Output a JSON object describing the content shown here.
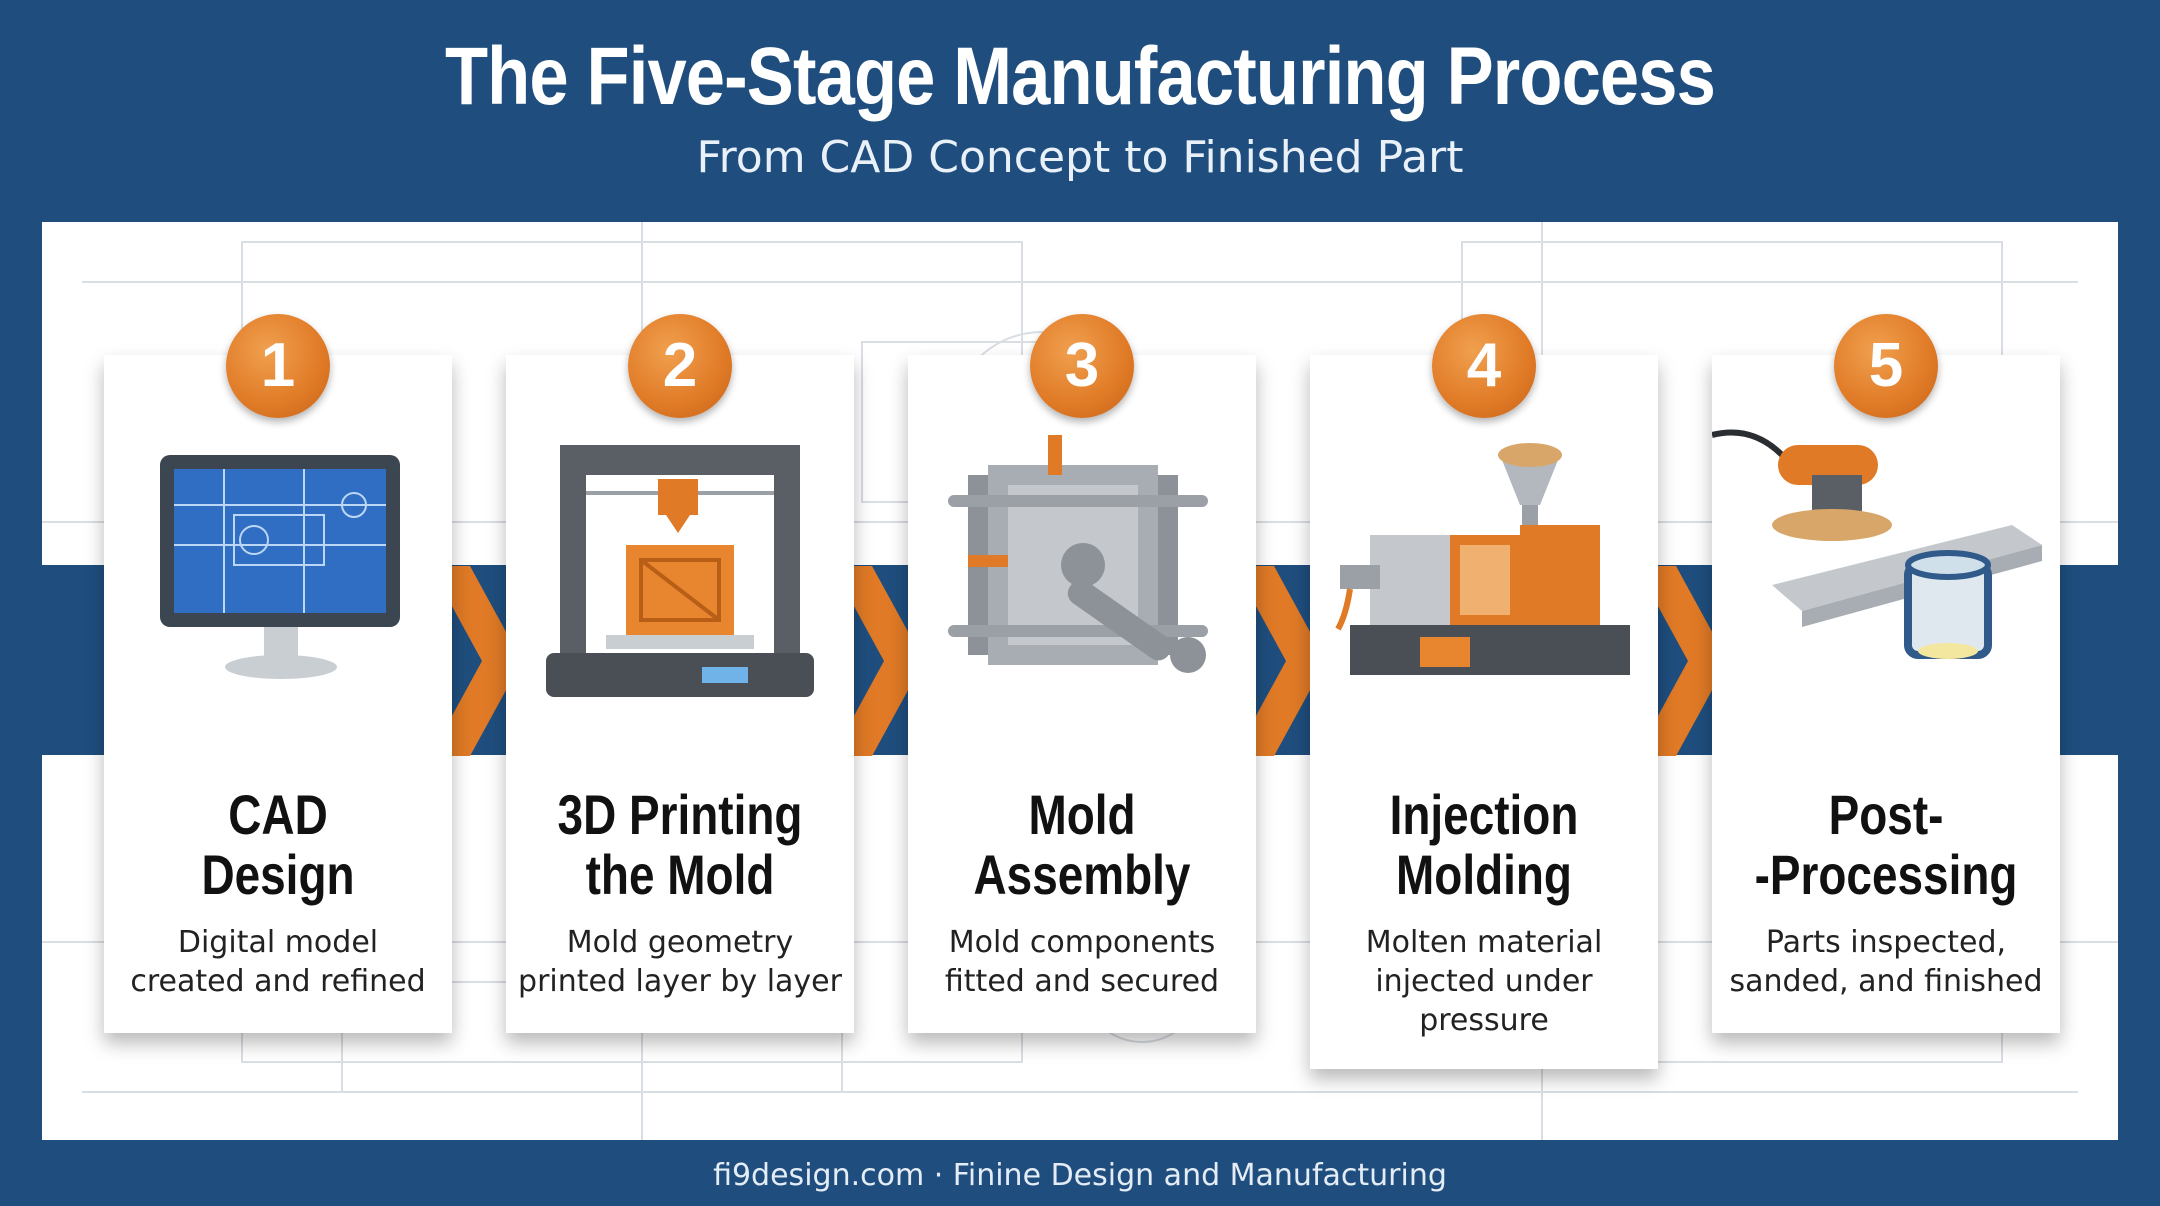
{
  "header": {
    "title": "The Five-Stage Manufacturing Process",
    "subtitle": "From CAD Concept to Finished Part"
  },
  "colors": {
    "background": "#1f4e7e",
    "accent": "#e07a26",
    "card": "#ffffff"
  },
  "stages": [
    {
      "number": "1",
      "title": "CAD\nDesign",
      "description": "Digital model\ncreated and refined",
      "icon": "cad-monitor-icon"
    },
    {
      "number": "2",
      "title": "3D Printing\nthe Mold",
      "description": "Mold geometry\nprinted layer by layer",
      "icon": "3d-printer-icon"
    },
    {
      "number": "3",
      "title": "Mold\nAssembly",
      "description": "Mold components\nfitted and secured",
      "icon": "mold-wrench-icon"
    },
    {
      "number": "4",
      "title": "Injection\nMolding",
      "description": "Molten material\ninjected under\npressure",
      "icon": "injection-machine-icon"
    },
    {
      "number": "5",
      "title": "Post-\n-Processing",
      "description": "Parts inspected,\nsanded, and finished",
      "icon": "sander-icon"
    }
  ],
  "footer": {
    "text": "fi9design.com · Finine Design and Manufacturing"
  }
}
